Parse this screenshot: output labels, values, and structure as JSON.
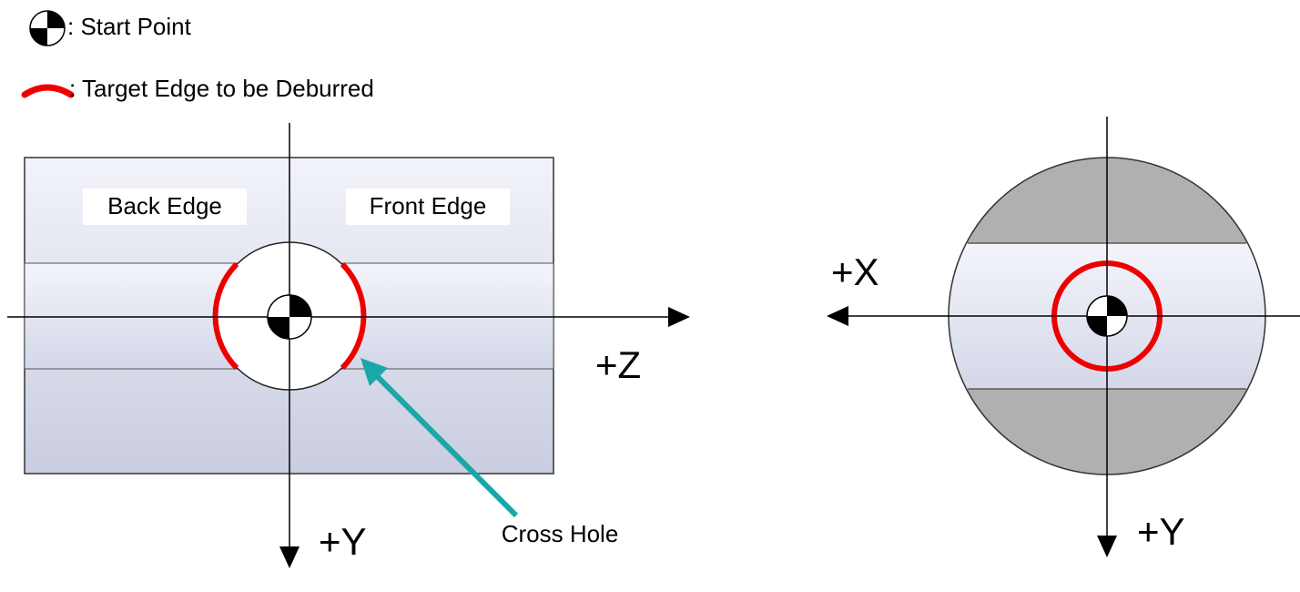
{
  "legend": {
    "start_point": ": Start Point",
    "target_edge": ": Target Edge to be Deburred"
  },
  "side_view": {
    "back_edge_label": "Back Edge",
    "front_edge_label": "Front Edge",
    "z_axis_label": "+Z",
    "y_axis_label": "+Y",
    "cross_hole_label": "Cross Hole"
  },
  "end_view": {
    "x_axis_label": "+X",
    "y_axis_label": "+Y"
  },
  "colors": {
    "deburr_edge": "#ee0000",
    "pointer_arrow": "#1aa7a7",
    "end_face_fill": "#b0b0b0",
    "body_fill_light": "#eef0f8",
    "body_fill_dark": "#c8ccdf",
    "outline": "#222222"
  }
}
